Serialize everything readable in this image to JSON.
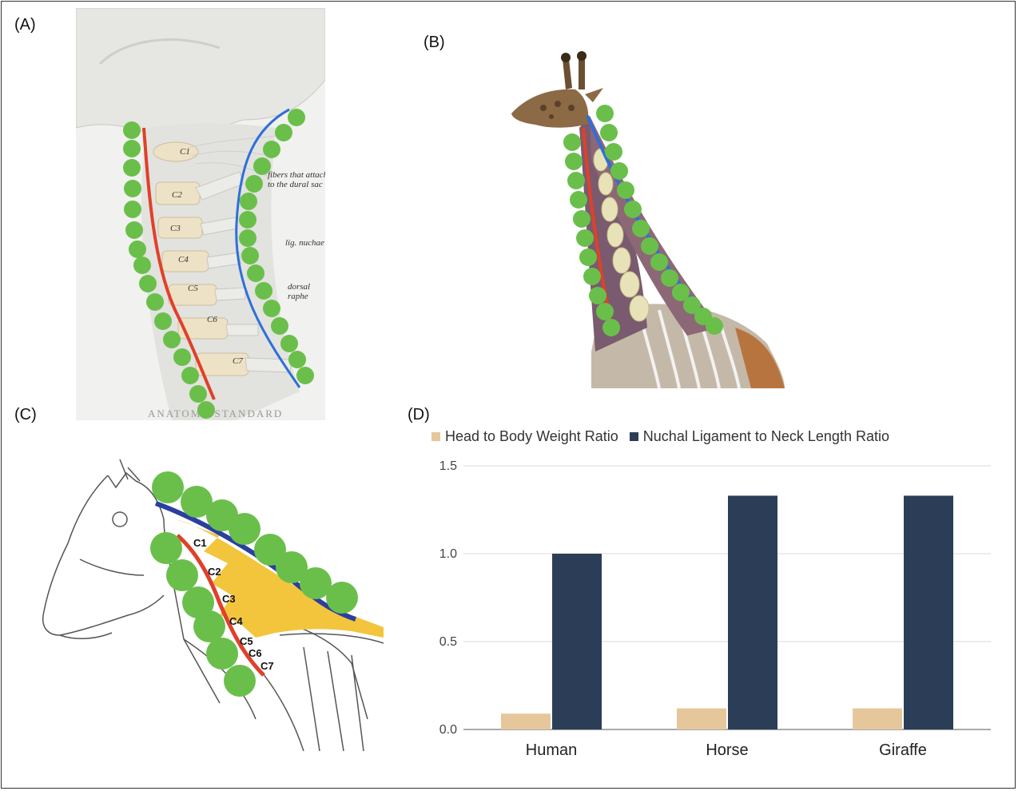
{
  "panels": {
    "a": {
      "label": "(A)",
      "vertebrae": [
        "C1",
        "C2",
        "C3",
        "C4",
        "C5",
        "C6",
        "C7"
      ],
      "annotations": {
        "fibers": "fibers that attach to the dural sac",
        "nuchae": "lig. nuchae",
        "raphe": "dorsal raphe"
      },
      "watermark": "ANATOMY STANDARD"
    },
    "b": {
      "label": "(B)"
    },
    "c": {
      "label": "(C)",
      "vertebrae": [
        "C1",
        "C2",
        "C3",
        "C4",
        "C5",
        "C6",
        "C7"
      ]
    },
    "d": {
      "label": "(D)"
    }
  },
  "colors": {
    "green_circle": "#6abf4b",
    "red_line": "#e0402a",
    "blue_line": "#2f6fd8",
    "dark_blue_line": "#2a3fa0",
    "ligament_yellow": "#f2c53d",
    "bar_light": "#e6c79b",
    "bar_dark": "#2c3e57"
  },
  "chart_data": {
    "type": "bar",
    "categories": [
      "Human",
      "Horse",
      "Giraffe"
    ],
    "series": [
      {
        "name": "Head to Body Weight Ratio",
        "values": [
          0.09,
          0.12,
          0.12
        ],
        "color": "#e6c79b"
      },
      {
        "name": "Nuchal Ligament to Neck Length Ratio",
        "values": [
          1.0,
          1.33,
          1.33
        ],
        "color": "#2c3e57"
      }
    ],
    "yticks": [
      "0.0",
      "0.5",
      "1.0",
      "1.5"
    ],
    "ylim": [
      0,
      1.5
    ],
    "grid": true,
    "legend": "top"
  }
}
